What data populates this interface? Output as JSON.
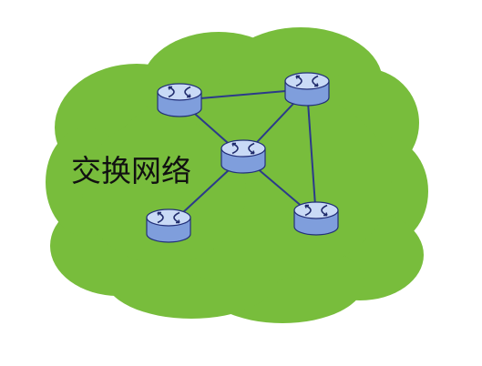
{
  "diagram": {
    "title": "交换网络",
    "colors": {
      "cloud": "#78bd3c",
      "cloud_edge": "#6aaa33",
      "link": "#2b3a8a",
      "router_side": "#7f9edc",
      "router_top": "#c9daf6",
      "router_outline": "#23317a",
      "router_symbol": "#1e2a6b"
    },
    "nodes": [
      {
        "id": "router-top-left",
        "icon": "router-icon"
      },
      {
        "id": "router-top-right",
        "icon": "router-icon"
      },
      {
        "id": "router-center",
        "icon": "router-icon"
      },
      {
        "id": "router-bottom-left",
        "icon": "router-icon"
      },
      {
        "id": "router-bottom-right",
        "icon": "router-icon"
      }
    ],
    "links": [
      [
        "router-top-left",
        "router-top-right"
      ],
      [
        "router-top-left",
        "router-center"
      ],
      [
        "router-top-right",
        "router-center"
      ],
      [
        "router-top-right",
        "router-bottom-right"
      ],
      [
        "router-center",
        "router-bottom-left"
      ],
      [
        "router-center",
        "router-bottom-right"
      ]
    ]
  }
}
